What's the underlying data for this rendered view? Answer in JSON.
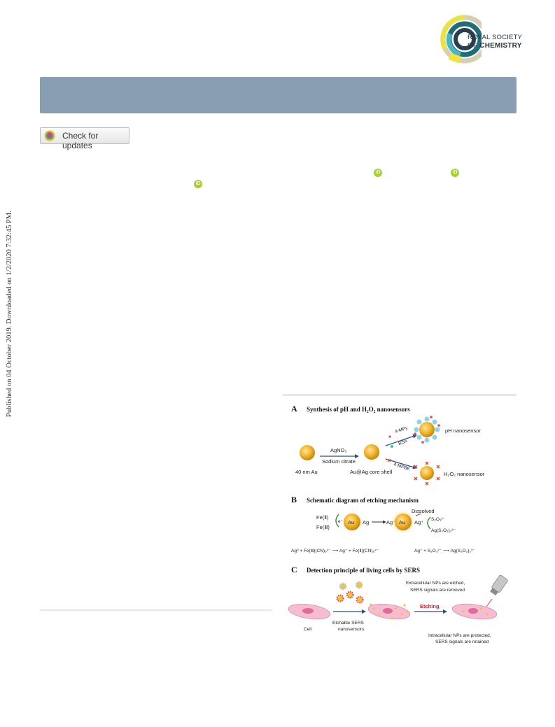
{
  "sidebar": {
    "published_note": "Published on 04 October 2019. Downloaded on 1/2/2020 7:32:45 PM."
  },
  "logo": {
    "line1": "ROYAL SOCIETY",
    "line2_prefix": "OF",
    "line2": "CHEMISTRY"
  },
  "check_updates": {
    "label": "Check for updates"
  },
  "orcid": {
    "glyph": "iD"
  },
  "figure": {
    "A": {
      "letter": "A",
      "title": "Synthesis of pH and H₂O₂ nanosensors",
      "agno3": "AgNO₃",
      "citrate": "Sodium citrate",
      "mpy": "4-MPy",
      "bsa": "BSA",
      "mpbe": "4-MPBE",
      "au40": "40 nm Au",
      "core_shell": "Au@Ag core shell",
      "ph_sensor": "pH nanosensor",
      "h2o2_sensor": "H₂O₂ nanosensor"
    },
    "B": {
      "letter": "B",
      "title": "Schematic diagram of etching mechanism",
      "fe2": "Fe(Ⅱ)",
      "fe3": "Fe(Ⅲ)",
      "eminus": "e⁻",
      "au": "Au",
      "ag": "Ag",
      "agplus": "Ag⁺",
      "dissolved": "Dissolved",
      "s2o3": "S₂O₃²⁻",
      "complex": "Ag(S₂O₃)₂³⁻",
      "eq1": "Ag⁰ + Fe(Ⅲ)(CN)₆³⁻ ⟶ Ag⁺ + Fe(Ⅱ)(CN)₆⁴⁻",
      "eq2": "Ag⁺ + S₂O₃²⁻ ⟶ Ag(S₂O₃)₂³⁻"
    },
    "C": {
      "letter": "C",
      "title": "Detection principle of living cells by SERS",
      "ext1": "Extracellular NPs are etched,",
      "ext2": "SERS signals are removed",
      "etching": "Etching",
      "cell": "Cell",
      "etchable1": "Etchable SERS",
      "etchable2": "nanosensors",
      "intra1": "Intracellular NPs are protected,",
      "intra2": "SERS signals are retained"
    }
  },
  "colors": {
    "header": "#889fb3",
    "orcid": "#a6ce39",
    "gold": "#f2b32b",
    "cell": "#f3b7cf"
  }
}
